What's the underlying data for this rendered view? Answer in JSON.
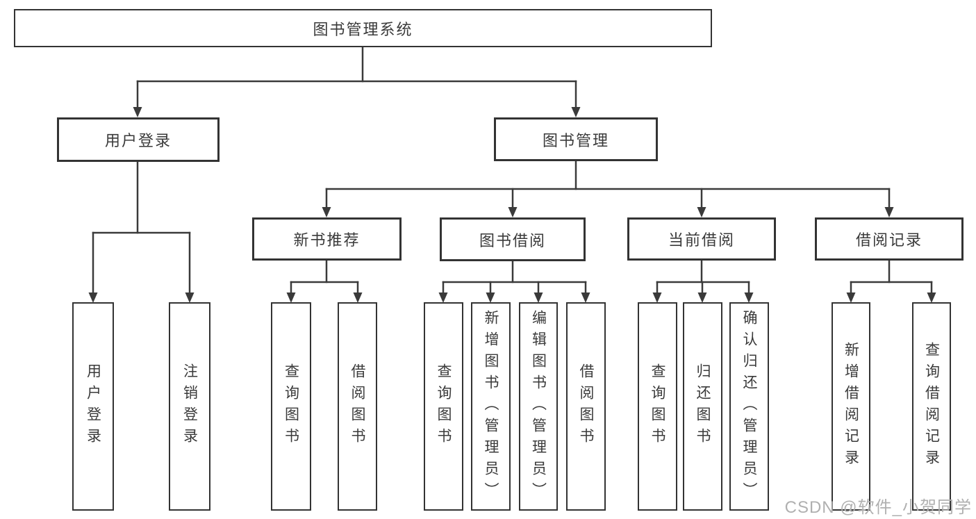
{
  "diagram": {
    "title": "图书管理系统",
    "branches": [
      {
        "label": "用户登录",
        "children": [
          {
            "label": "用户登录"
          },
          {
            "label": "注销登录"
          }
        ]
      },
      {
        "label": "图书管理",
        "children": [
          {
            "label": "新书推荐",
            "children": [
              {
                "label": "查询图书"
              },
              {
                "label": "借阅图书"
              }
            ]
          },
          {
            "label": "图书借阅",
            "children": [
              {
                "label": "查询图书"
              },
              {
                "label": "新增图书（管理员）"
              },
              {
                "label": "编辑图书（管理员）"
              },
              {
                "label": "借阅图书"
              }
            ]
          },
          {
            "label": "当前借阅",
            "children": [
              {
                "label": "查询图书"
              },
              {
                "label": "归还图书"
              },
              {
                "label": "确认归还（管理员）"
              }
            ]
          },
          {
            "label": "借阅记录",
            "children": [
              {
                "label": "新增借阅记录"
              },
              {
                "label": "查询借阅记录"
              }
            ]
          }
        ]
      }
    ]
  },
  "watermark": {
    "text": "CSDN @软件_小贺同学"
  },
  "colors": {
    "background": "#ffffff",
    "box_border": "#333333",
    "connector_line": "#3a3a3a",
    "text": "#3a3a3a",
    "watermark": "#b0b0b0"
  }
}
